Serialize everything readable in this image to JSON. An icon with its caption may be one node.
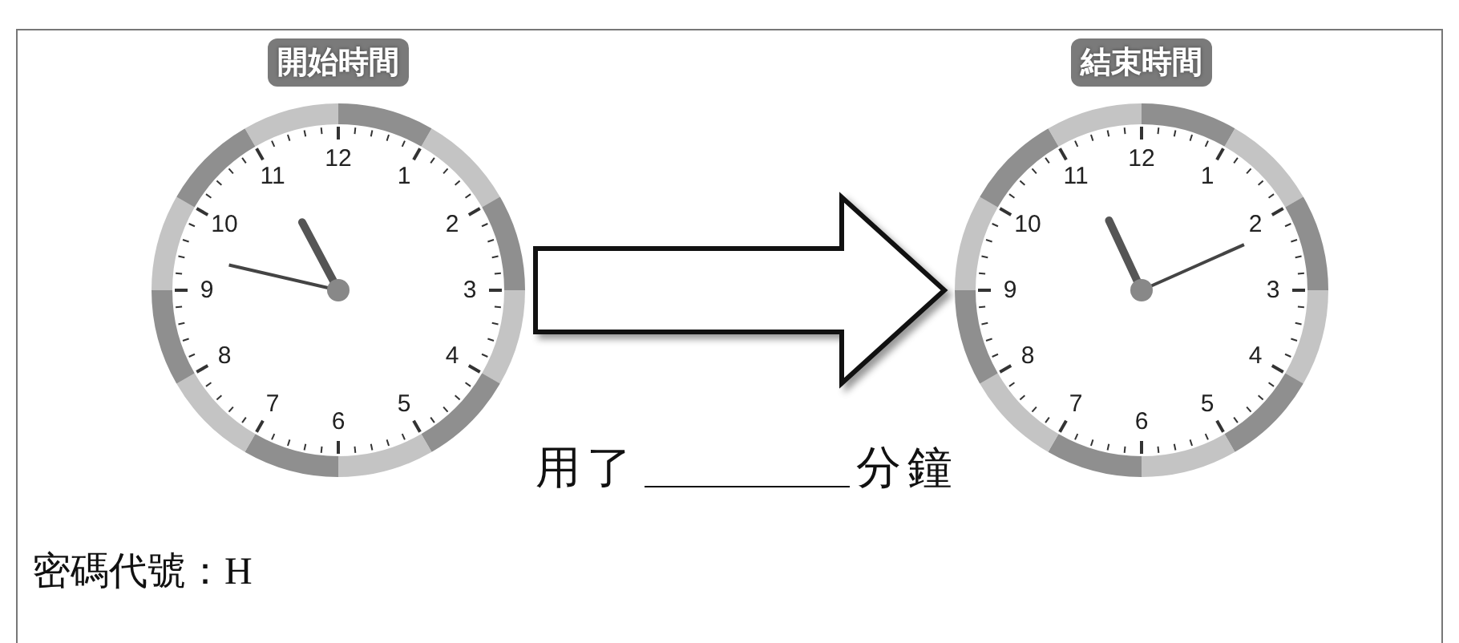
{
  "diagram": {
    "nodes": [
      {
        "text": [
          "開始時間",
          "12",
          "1",
          "2",
          "3",
          "4",
          "5",
          "6",
          "7",
          "8",
          "9",
          "10",
          "11"
        ]
      },
      {
        "text": [
          "結束時間",
          "12",
          "1",
          "2",
          "3",
          "4",
          "5",
          "6",
          "7",
          "8",
          "9",
          "10",
          "11"
        ]
      }
    ],
    "edges": [
      {
        "from": 0,
        "to": 1,
        "arrow": "to"
      }
    ],
    "labels": [
      "用了",
      "分鐘",
      "密碼代號：H"
    ]
  }
}
